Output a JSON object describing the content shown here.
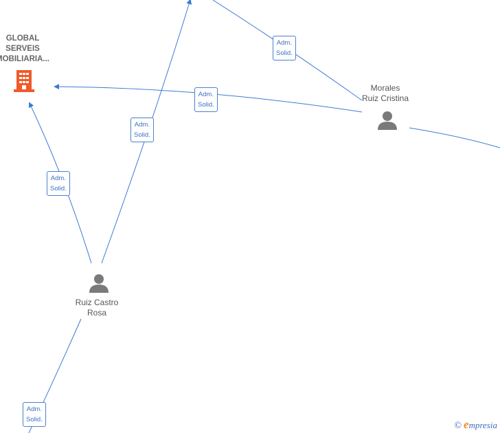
{
  "nodes": {
    "company": {
      "label": "GLOBAL\nSERVEIS\nMOBILIARIA..."
    },
    "morales": {
      "label": "Morales\nRuiz Cristina"
    },
    "ruiz": {
      "label": "Ruiz Castro\nRosa"
    }
  },
  "edges": {
    "e1": {
      "label": "Adm.\nSolid."
    },
    "e2": {
      "label": "Adm.\nSolid."
    },
    "e3": {
      "label": "Adm.\nSolid."
    },
    "e4": {
      "label": "Adm.\nSolid."
    },
    "e5": {
      "label": "Adm.\nSolid."
    }
  },
  "colors": {
    "edge": "#3d7ad6",
    "company_icon": "#f05a28",
    "person_icon": "#7a7a7a"
  },
  "watermark": {
    "brand_initial": "e",
    "brand_rest": "mpresia",
    "copyright": "©"
  }
}
